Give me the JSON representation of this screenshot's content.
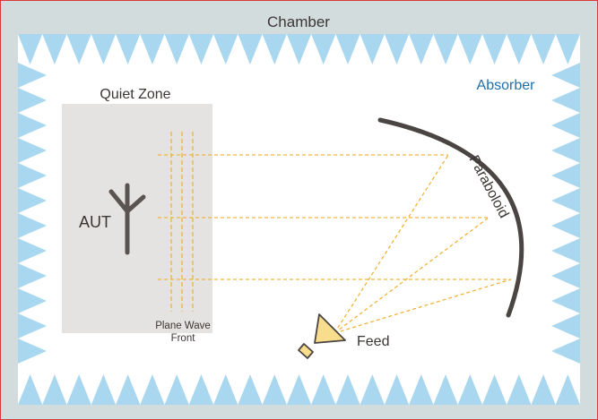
{
  "labels": {
    "chamber": "Chamber",
    "absorber": "Absorber",
    "quiet_zone": "Quiet Zone",
    "aut": "AUT",
    "plane_wave_line1": "Plane Wave",
    "plane_wave_line2": "Front",
    "paraboloid": "Paraboloid",
    "feed": "Feed"
  },
  "colors": {
    "frame_border": "#d83a3a",
    "chamber_bg": "#d3dcdd",
    "absorber": "#a9d7ef",
    "absorber_text": "#1f6fa8",
    "quiet_zone": "#e5e3e1",
    "rays": "#f0b43c",
    "reflector": "#4a4443",
    "antenna": "#5a5452",
    "feed_fill": "#f8dd8c",
    "feed_stroke": "#4a4443",
    "text": "#3b3634"
  },
  "icons": {
    "antenna": "aut-antenna-icon",
    "feed": "feed-horn-icon"
  }
}
